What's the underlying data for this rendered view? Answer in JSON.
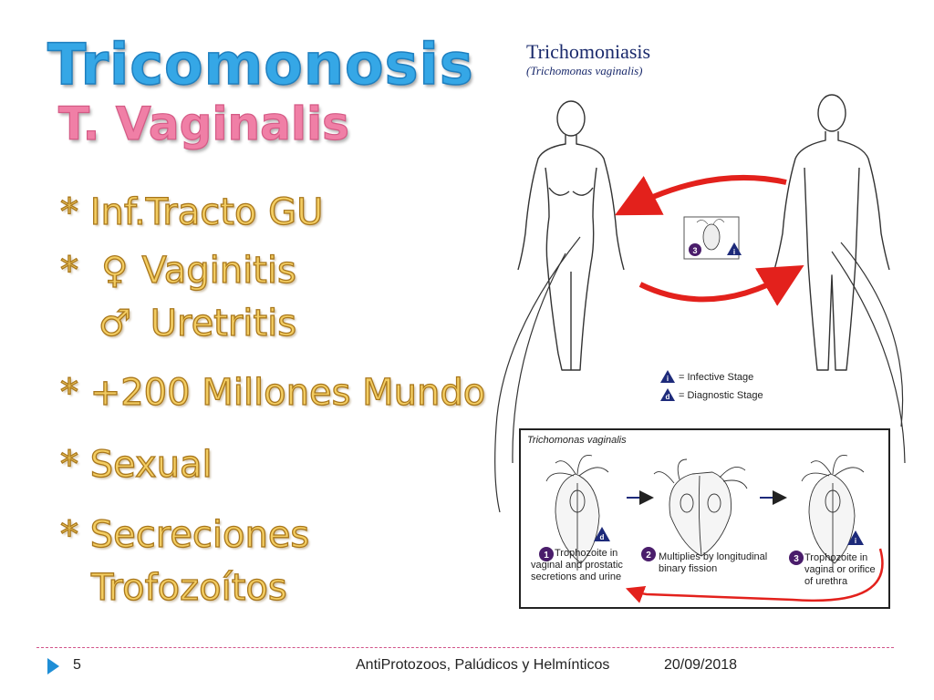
{
  "slide": {
    "title": "Tricomonosis",
    "subtitle": "T. Vaginalis",
    "bullets": [
      "* Inf.Tracto GU",
      "Vaginitis",
      "Uretritis",
      "* +200 Millones Mundo",
      "* Sexual",
      "* Secreciones",
      "Trofozoítos"
    ],
    "bullet_prefix": "*",
    "icons": [
      "female-icon",
      "male-icon"
    ]
  },
  "figure": {
    "title": "Trichomoniasis",
    "subtitle": "(Trichomonas vaginalis)",
    "legend": {
      "infective_badge": "i",
      "infective_label": "= Infective Stage",
      "diagnostic_badge": "d",
      "diagnostic_label": "= Diagnostic Stage"
    },
    "center_badge_number": "3",
    "center_badge_letter": "i",
    "panel": {
      "title": "Trichomonas vaginalis",
      "steps": [
        {
          "number": "1",
          "badge": "d",
          "lines": [
            "Trophozoite in",
            "vaginal and prostatic",
            "secretions and urine"
          ]
        },
        {
          "number": "2",
          "badge": "",
          "lines": [
            "Multiplies by longitudinal",
            "binary fission"
          ]
        },
        {
          "number": "3",
          "badge": "i",
          "lines": [
            "Trophozoite in",
            "vagina or orifice",
            "of urethra"
          ]
        }
      ]
    },
    "colors": {
      "arrow_red": "#e3211c",
      "badge_navy": "#1d2a7a",
      "step_purple": "#4a1d6b"
    }
  },
  "footer": {
    "page_number": "5",
    "course": "AntiProtozoos, Palúdicos y Helmínticos",
    "date": "20/09/2018"
  }
}
